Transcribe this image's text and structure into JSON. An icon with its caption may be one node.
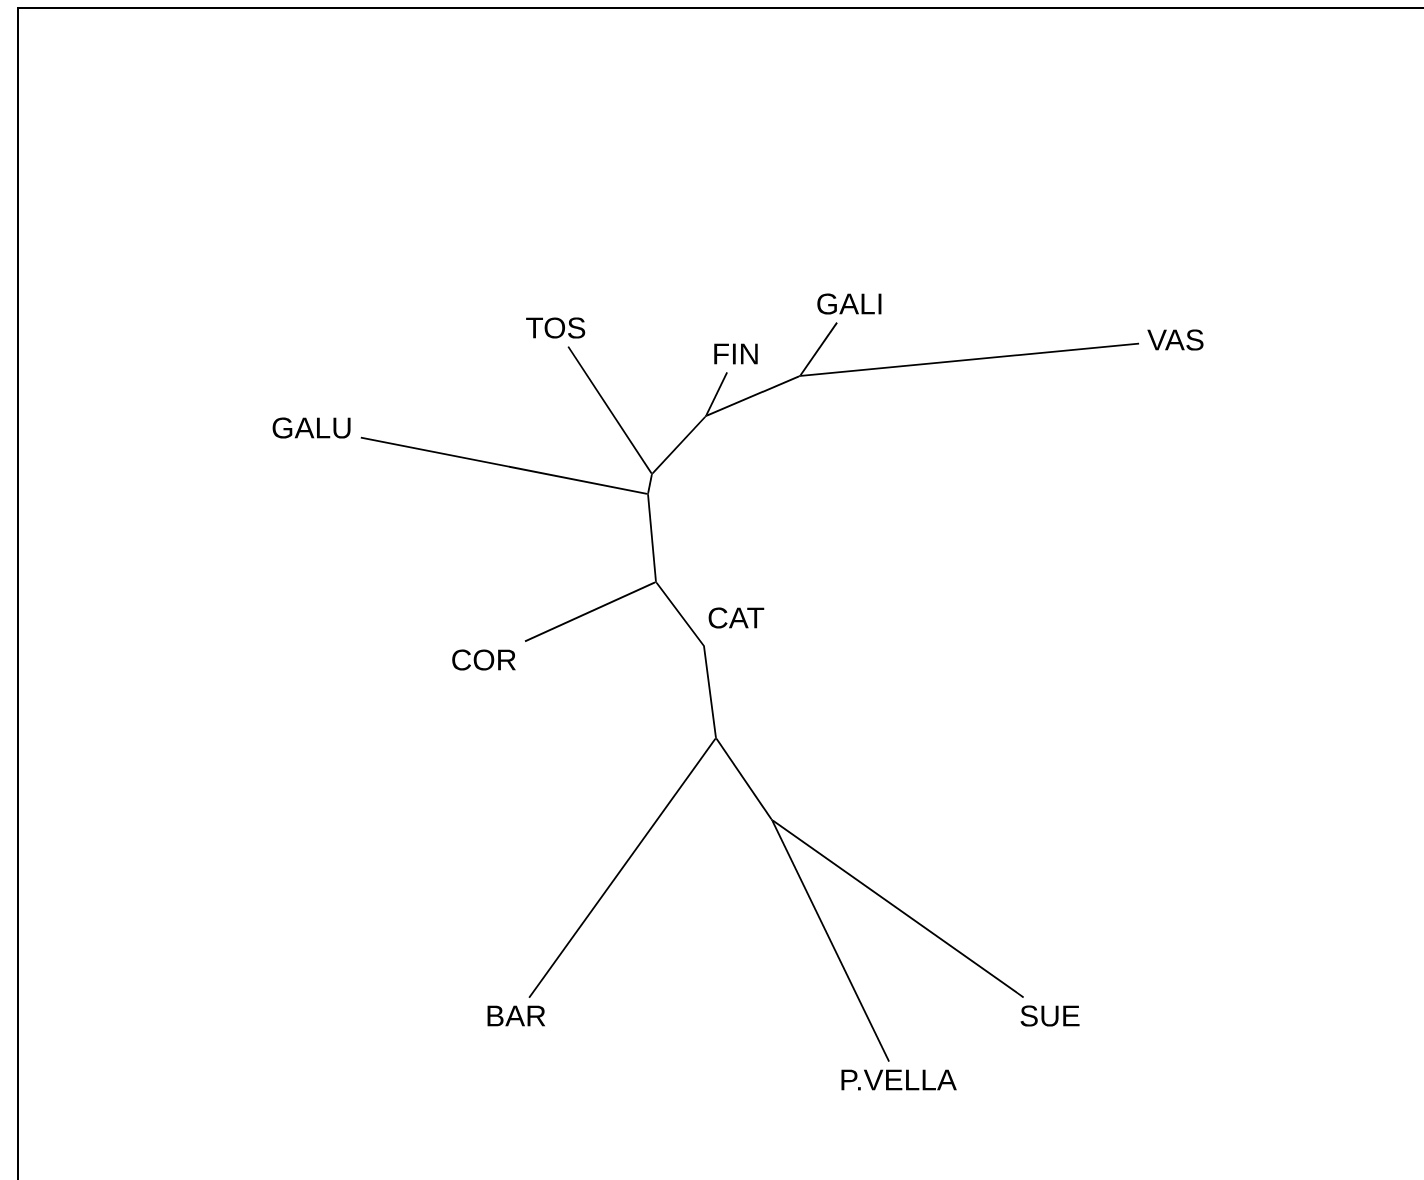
{
  "diagram": {
    "nodes": [
      {
        "text": [
          "TOS"
        ]
      },
      {
        "text": [
          "FIN"
        ]
      },
      {
        "text": [
          "GALI"
        ]
      },
      {
        "text": [
          "VAS"
        ]
      },
      {
        "text": [
          "GALU"
        ]
      },
      {
        "text": [
          "COR"
        ]
      },
      {
        "text": [
          "BAR"
        ]
      },
      {
        "text": [
          "SUE"
        ]
      },
      {
        "text": [
          "P.VELLA"
        ]
      },
      {
        "text": [],
        "shape": "point"
      },
      {
        "text": [],
        "shape": "point"
      },
      {
        "text": [],
        "shape": "point"
      },
      {
        "text": [],
        "shape": "point"
      },
      {
        "text": [],
        "shape": "point"
      },
      {
        "text": [],
        "shape": "point"
      },
      {
        "text": [],
        "shape": "point"
      }
    ],
    "edges": [
      {
        "from": 0,
        "to": 9,
        "arrow": "none"
      },
      {
        "from": 9,
        "to": 10,
        "arrow": "none"
      },
      {
        "from": 10,
        "to": 1,
        "arrow": "none"
      },
      {
        "from": 10,
        "to": 11,
        "arrow": "none"
      },
      {
        "from": 11,
        "to": 2,
        "arrow": "none"
      },
      {
        "from": 11,
        "to": 3,
        "arrow": "none"
      },
      {
        "from": 9,
        "to": 12,
        "arrow": "none"
      },
      {
        "from": 4,
        "to": 12,
        "arrow": "none"
      },
      {
        "from": 12,
        "to": 13,
        "arrow": "none"
      },
      {
        "from": 13,
        "to": 5,
        "arrow": "none"
      },
      {
        "from": 13,
        "to": 14,
        "arrow": "none"
      },
      {
        "from": 14,
        "to": 6,
        "arrow": "none"
      },
      {
        "from": 14,
        "to": 15,
        "arrow": "none"
      },
      {
        "from": 15,
        "to": 8,
        "arrow": "none"
      },
      {
        "from": 15,
        "to": 7,
        "arrow": "none"
      }
    ],
    "labels": [
      "CAT"
    ]
  }
}
